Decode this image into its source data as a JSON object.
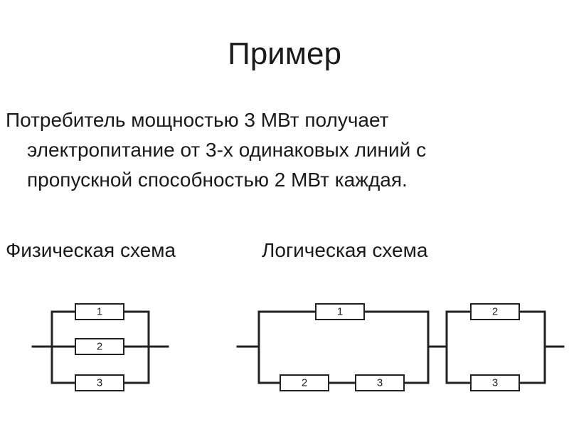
{
  "title": "Пример",
  "text": {
    "line1": "Потребитель мощностью 3 МВт получает",
    "line2": "электропитание от 3-х одинаковых линий с",
    "line3": "пропускной способностью 2 МВт каждая."
  },
  "schemes": {
    "physical": {
      "label": "Физическая схема",
      "boxes": [
        "1",
        "2",
        "3"
      ]
    },
    "logical": {
      "label": "Логическая схема",
      "boxes": [
        "1",
        "2",
        "3",
        "2",
        "3"
      ]
    }
  }
}
